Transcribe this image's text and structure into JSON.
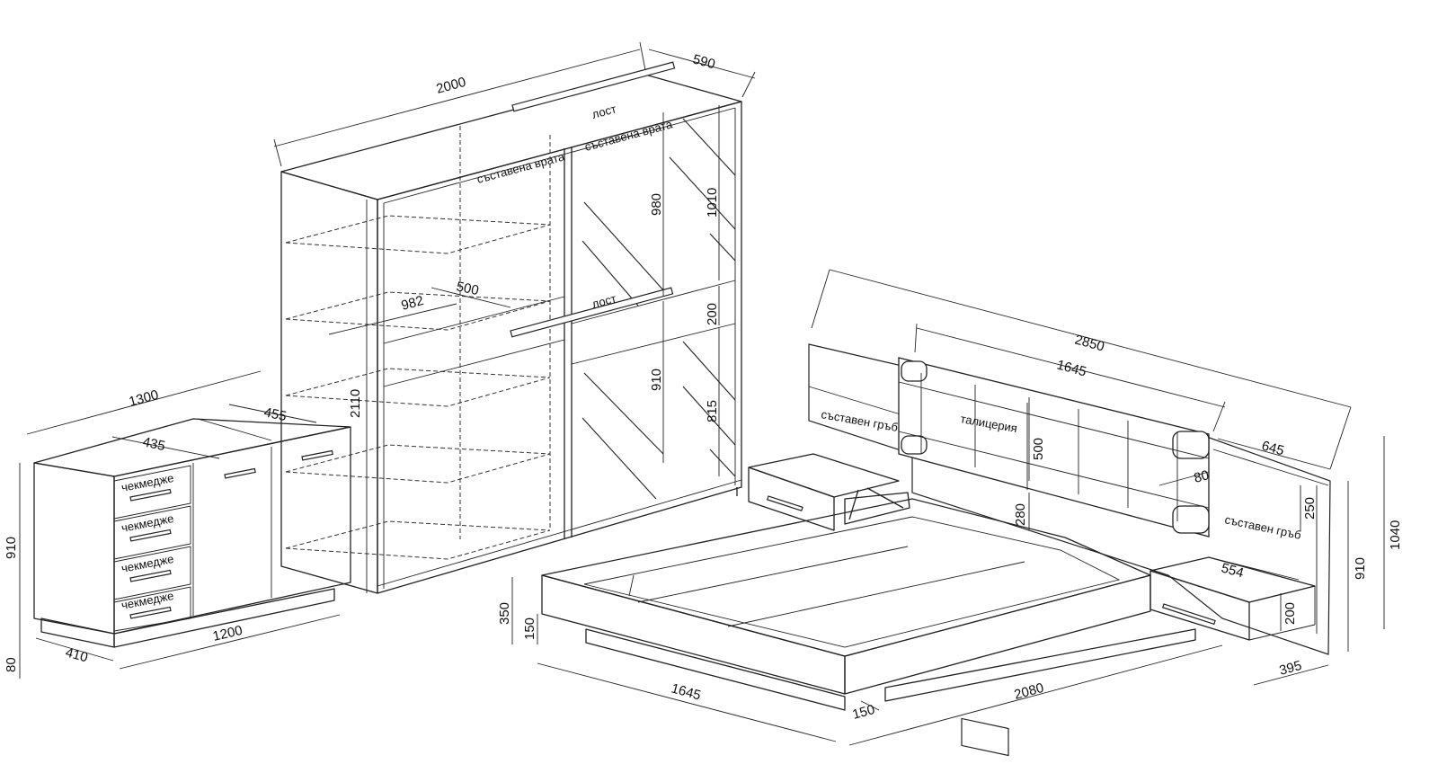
{
  "drawing": {
    "wardrobe": {
      "width": "2000",
      "depth": "590",
      "height": "2110",
      "shelf_width": "982",
      "shelf_depth": "500",
      "upper_mirror": "980",
      "upper_panel": "1010",
      "middle_panel": "200",
      "lower_mirror": "910",
      "lower_panel": "815",
      "door_label": "съставена врата",
      "rod_label": "лост"
    },
    "dresser": {
      "width": "1300",
      "inner_width": "1200",
      "depth": "410",
      "height": "910",
      "plinth": "80",
      "section_a": "435",
      "section_b": "455",
      "drawer_label": "чекмедже"
    },
    "bed": {
      "total_width": "2850",
      "headboard_width": "1645",
      "length": "2080",
      "mattress_width": "1645",
      "frame_height": "350",
      "frame_base": "150",
      "plinth": "150",
      "side_panel": "645",
      "lift_height": "280",
      "pad_height": "500",
      "pad_depth": "80",
      "top_band": "250",
      "headboard_height": "1040",
      "side_height": "910",
      "nightstand_depth": "554",
      "nightstand_height": "200",
      "nightstand_width": "395",
      "side_label": "съставен гръб",
      "upholstery_label": "талицерия"
    }
  }
}
